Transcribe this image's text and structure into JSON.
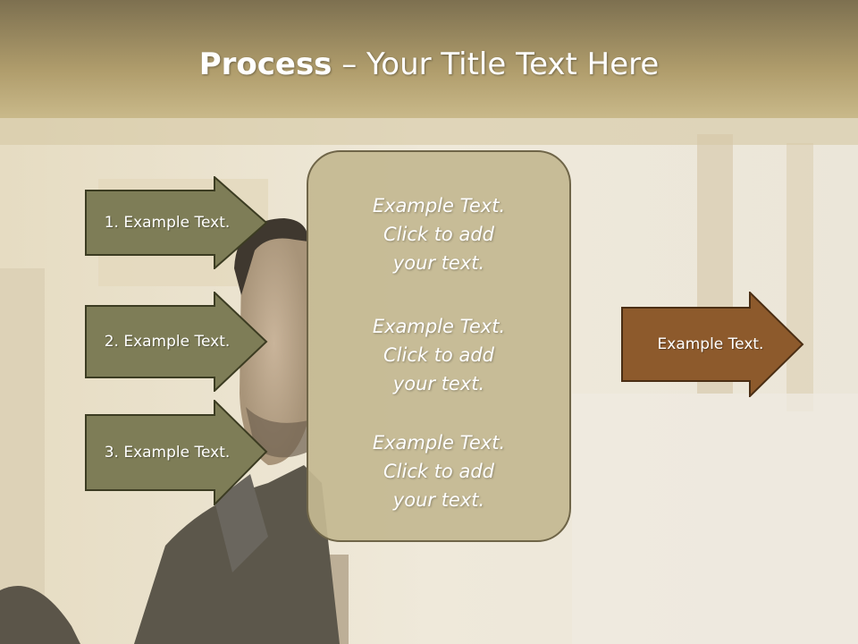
{
  "slide": {
    "title_bold": "Process",
    "title_rest": " – Your Title Text Here",
    "steps": [
      {
        "label": "1. Example Text."
      },
      {
        "label": "2. Example Text."
      },
      {
        "label": "3. Example Text."
      }
    ],
    "center_blocks": [
      {
        "line1": "Example Text.",
        "line2": "Click  to add",
        "line3": "your text."
      },
      {
        "line1": "Example Text.",
        "line2": "Click  to add",
        "line3": "your text."
      },
      {
        "line1": "Example Text.",
        "line2": "Click  to add",
        "line3": "your text."
      }
    ],
    "result": {
      "label": "Example Text."
    }
  },
  "colors": {
    "step_arrow_fill": "#7e7d57",
    "step_arrow_stroke": "#3c3c22",
    "center_box_fill": "#c4b891",
    "result_arrow_fill": "#8d5a2c",
    "result_arrow_stroke": "#4a2e14",
    "title_band": "#9a8a62"
  }
}
